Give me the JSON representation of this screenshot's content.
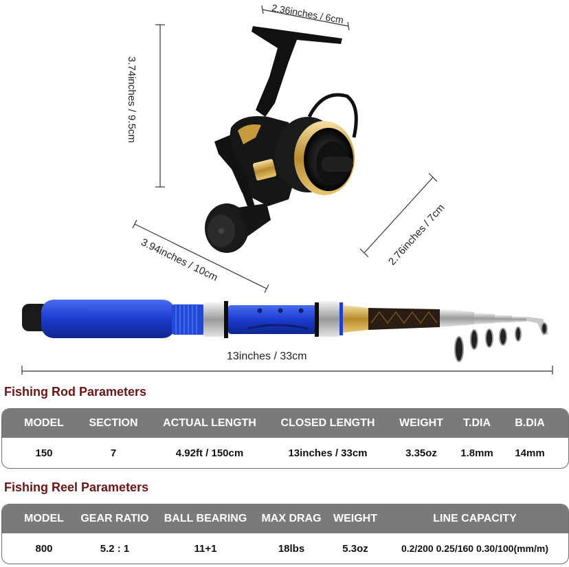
{
  "dimensions": {
    "reel_width": "2.36inches / 6cm",
    "reel_height": "3.74inches / 9.5cm",
    "reel_depth": "2.76inches / 7cm",
    "reel_length": "3.94inches / 10cm",
    "rod_closed_length": "13inches / 33cm"
  },
  "rod_parameters": {
    "title": "Fishing Rod Parameters",
    "headers": [
      "MODEL",
      "SECTION",
      "ACTUAL LENGTH",
      "CLOSED LENGTH",
      "WEIGHT",
      "T.DIA",
      "B.DIA"
    ],
    "values": [
      "150",
      "7",
      "4.92ft / 150cm",
      "13inches / 33cm",
      "3.35oz",
      "1.8mm",
      "14mm"
    ]
  },
  "reel_parameters": {
    "title": "Fishing Reel Parameters",
    "headers": [
      "MODEL",
      "GEAR RATIO",
      "BALL BEARING",
      "MAX DRAG",
      "WEIGHT",
      "LINE CAPACITY"
    ],
    "values": [
      "800",
      "5.2 : 1",
      "11+1",
      "18lbs",
      "5.3oz",
      "0.2/200 0.25/160 0.30/100(mm/m)"
    ]
  },
  "colors": {
    "title_color": "#6e1414",
    "header_bg": "#7a7a7a",
    "rod_blue": "#1e3fd0",
    "reel_gold": "#c8902a"
  }
}
